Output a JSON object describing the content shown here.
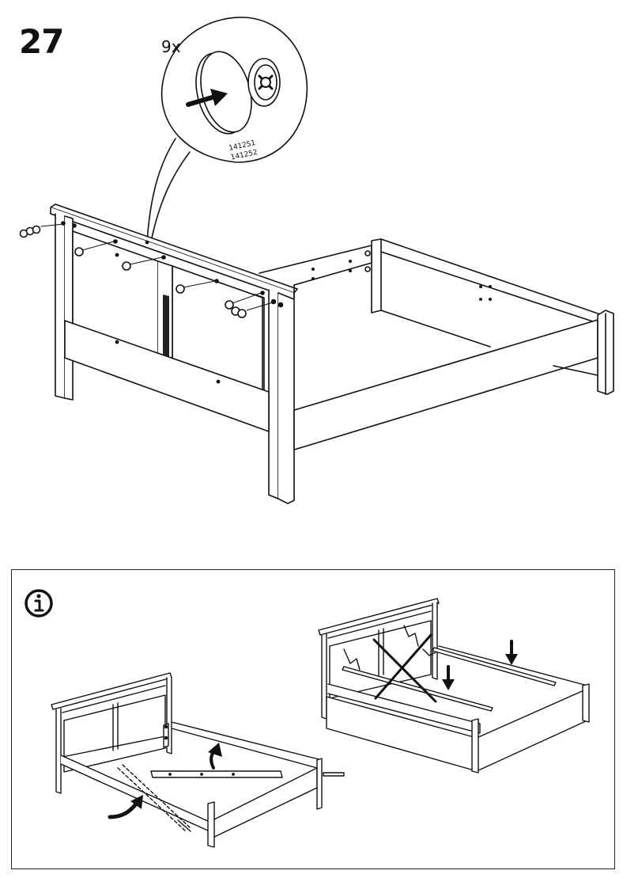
{
  "step": {
    "number": "27"
  },
  "detail": {
    "quantity": "9x",
    "part_numbers": [
      "141251",
      "141252"
    ]
  },
  "info_panel": {
    "icon": "info-icon"
  },
  "colors": {
    "line": "#111111",
    "background": "#ffffff"
  }
}
